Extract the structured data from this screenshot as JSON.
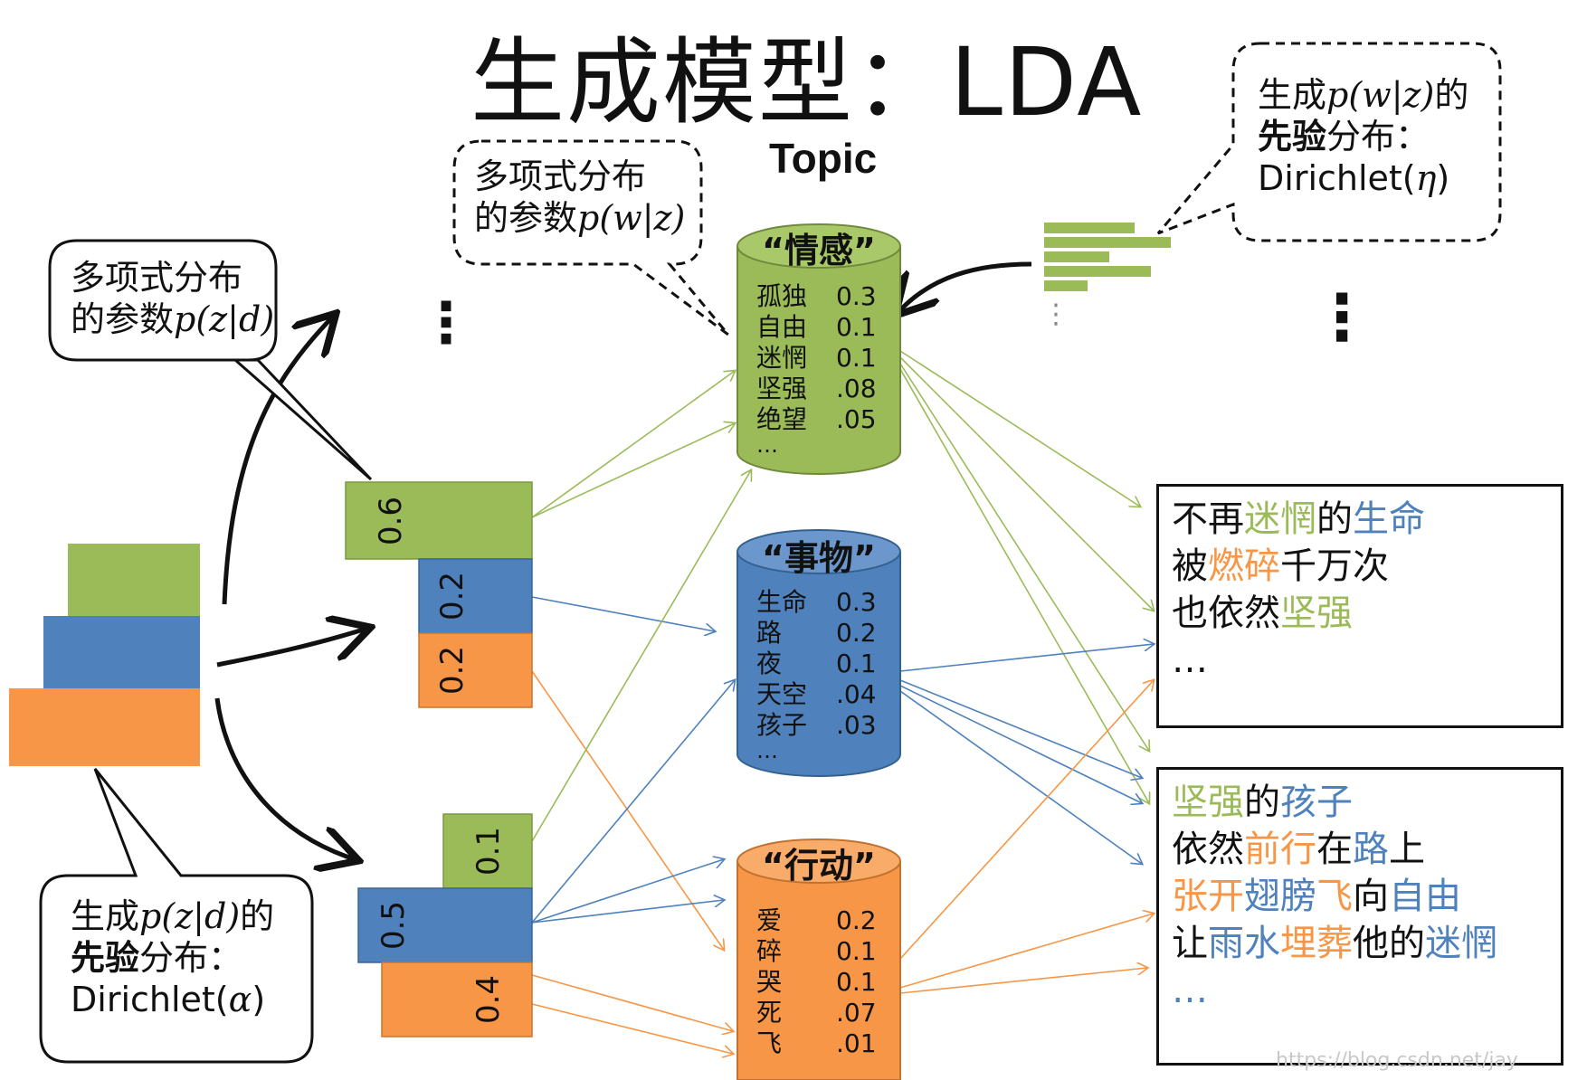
{
  "title": "生成模型：LDA",
  "topic_header": "Topic",
  "colors": {
    "green": "#9bbb59",
    "blue": "#4f81bd",
    "orange": "#f79646",
    "dark": "#111111"
  },
  "callouts": {
    "doc_topic_prior": {
      "line1a": "生成",
      "math1": "p(z|d)",
      "line1b": "的",
      "line2a": "先验",
      "line2b": "分布：",
      "line3a": "Dirichlet(",
      "math3": "α",
      "line3b": ")"
    },
    "doc_topic_params": {
      "line1": "多项式分布",
      "line2a": "的参数",
      "math2": "p(z|d)"
    },
    "topic_word_params": {
      "line1": "多项式分布",
      "line2a": "的参数",
      "math2": "p(w|z)"
    },
    "topic_word_prior": {
      "line1a": "生成",
      "math1": "p(w|z)",
      "line1b": "的",
      "line2a": "先验",
      "line2b": "分布：",
      "line3a": "Dirichlet(",
      "math3": "η",
      "line3b": ")"
    }
  },
  "doc_topic_bars": [
    {
      "values": [
        "0.6",
        "0.2",
        "0.2"
      ]
    },
    {
      "values": [
        "0.1",
        "0.5",
        "0.4"
      ]
    }
  ],
  "ellipsis": "⋮",
  "topics": [
    {
      "name": "“情感”",
      "words": [
        [
          "孤独",
          "0.3"
        ],
        [
          "自由",
          "0.1"
        ],
        [
          "迷惘",
          "0.1"
        ],
        [
          "坚强",
          ".08"
        ],
        [
          "绝望",
          ".05"
        ]
      ],
      "more": "…"
    },
    {
      "name": "“事物”",
      "words": [
        [
          "生命",
          "0.3"
        ],
        [
          "路",
          "0.2"
        ],
        [
          "夜",
          "0.1"
        ],
        [
          "天空",
          ".04"
        ],
        [
          "孩子",
          ".03"
        ]
      ],
      "more": "…"
    },
    {
      "name": "“行动”",
      "words": [
        [
          "爱",
          "0.2"
        ],
        [
          "碎",
          "0.1"
        ],
        [
          "哭",
          "0.1"
        ],
        [
          "死",
          ".07"
        ],
        [
          "飞",
          ".01"
        ]
      ],
      "more": ""
    }
  ],
  "documents": [
    {
      "lines": [
        [
          [
            "不再",
            "dark"
          ],
          [
            "迷惘",
            "green"
          ],
          [
            "的",
            "dark"
          ],
          [
            "生命",
            "blue"
          ]
        ],
        [
          [
            "被",
            "dark"
          ],
          [
            "燃碎",
            "orange"
          ],
          [
            "千万次",
            "dark"
          ]
        ],
        [
          [
            "也依然",
            "dark"
          ],
          [
            "坚强",
            "green"
          ]
        ],
        [
          [
            "…",
            "dark"
          ]
        ]
      ]
    },
    {
      "lines": [
        [
          [
            "坚强",
            "green"
          ],
          [
            "的",
            "dark"
          ],
          [
            "孩子",
            "blue"
          ]
        ],
        [
          [
            "依然",
            "dark"
          ],
          [
            "前行",
            "orange"
          ],
          [
            "在",
            "dark"
          ],
          [
            "路",
            "blue"
          ],
          [
            "上",
            "dark"
          ]
        ],
        [
          [
            "张开",
            "orange"
          ],
          [
            "翅膀",
            "blue"
          ],
          [
            "飞",
            "orange"
          ],
          [
            "向",
            "dark"
          ],
          [
            "自由",
            "blue"
          ]
        ],
        [
          [
            "让",
            "dark"
          ],
          [
            "雨水",
            "blue"
          ],
          [
            "埋葬",
            "orange"
          ],
          [
            "他的",
            "dark"
          ],
          [
            "迷惘",
            "blue"
          ]
        ],
        [
          [
            "…",
            "blue"
          ]
        ]
      ]
    }
  ],
  "watermark": "https://blog.csdn.net/jay"
}
